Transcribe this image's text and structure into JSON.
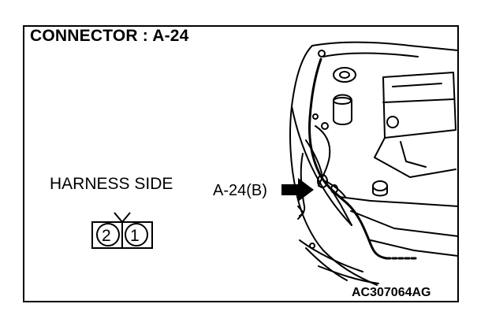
{
  "title": "CONNECTOR : A-24",
  "connector": {
    "side_label": "HARNESS SIDE",
    "pins": [
      "2",
      "1"
    ]
  },
  "callout": {
    "label": "A-24(B)"
  },
  "figure_code": "AC307064AG",
  "icons": {
    "connector": "two-pin-connector-icon",
    "pointer": "arrow-right-icon",
    "engine_bay": "engine-bay-illustration"
  }
}
